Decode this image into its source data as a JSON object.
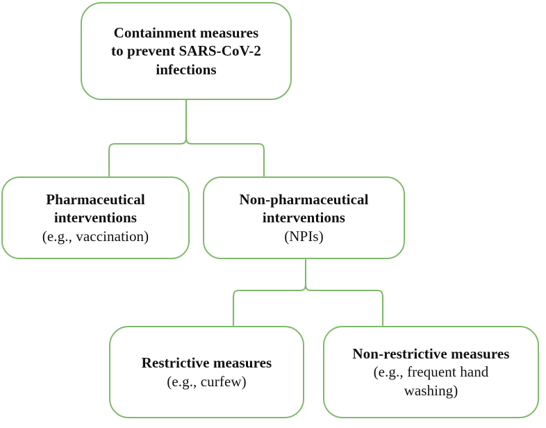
{
  "figure": {
    "type": "hierarchy-flowchart",
    "orientation": "top-down",
    "levels": 3,
    "accent_color": "#7fb96b",
    "background_color": "#ffffff",
    "text_color": "#111111"
  },
  "nodes": {
    "root": {
      "id": "containment-measures",
      "level": 1,
      "bold_lines": [
        "Containment measures",
        "to prevent SARS-CoV-2",
        "infections"
      ],
      "plain_lines": []
    },
    "pharmaceutical": {
      "id": "pharmaceutical-interventions",
      "level": 2,
      "bold_lines": [
        "Pharmaceutical",
        "interventions"
      ],
      "plain_lines": [
        "(e.g., vaccination)"
      ]
    },
    "nonpharmaceutical": {
      "id": "non-pharmaceutical-interventions",
      "level": 2,
      "bold_lines": [
        "Non-pharmaceutical",
        "interventions"
      ],
      "plain_lines": [
        "(NPIs)"
      ]
    },
    "restrictive": {
      "id": "restrictive-measures",
      "level": 3,
      "bold_lines": [
        "Restrictive measures"
      ],
      "plain_lines": [
        "(e.g., curfew)"
      ]
    },
    "nonrestrictive": {
      "id": "non-restrictive-measures",
      "level": 3,
      "bold_lines": [
        "Non-restrictive measures"
      ],
      "plain_lines": [
        "(e.g., frequent hand",
        "washing)"
      ]
    }
  },
  "connectors": [
    {
      "name": "brace-root-to-level2",
      "style": "curly-brace",
      "from": "containment-measures",
      "to": [
        "pharmaceutical-interventions",
        "non-pharmaceutical-interventions"
      ]
    },
    {
      "name": "brace-npi-to-level3",
      "style": "curly-brace",
      "from": "non-pharmaceutical-interventions",
      "to": [
        "restrictive-measures",
        "non-restrictive-measures"
      ]
    }
  ]
}
